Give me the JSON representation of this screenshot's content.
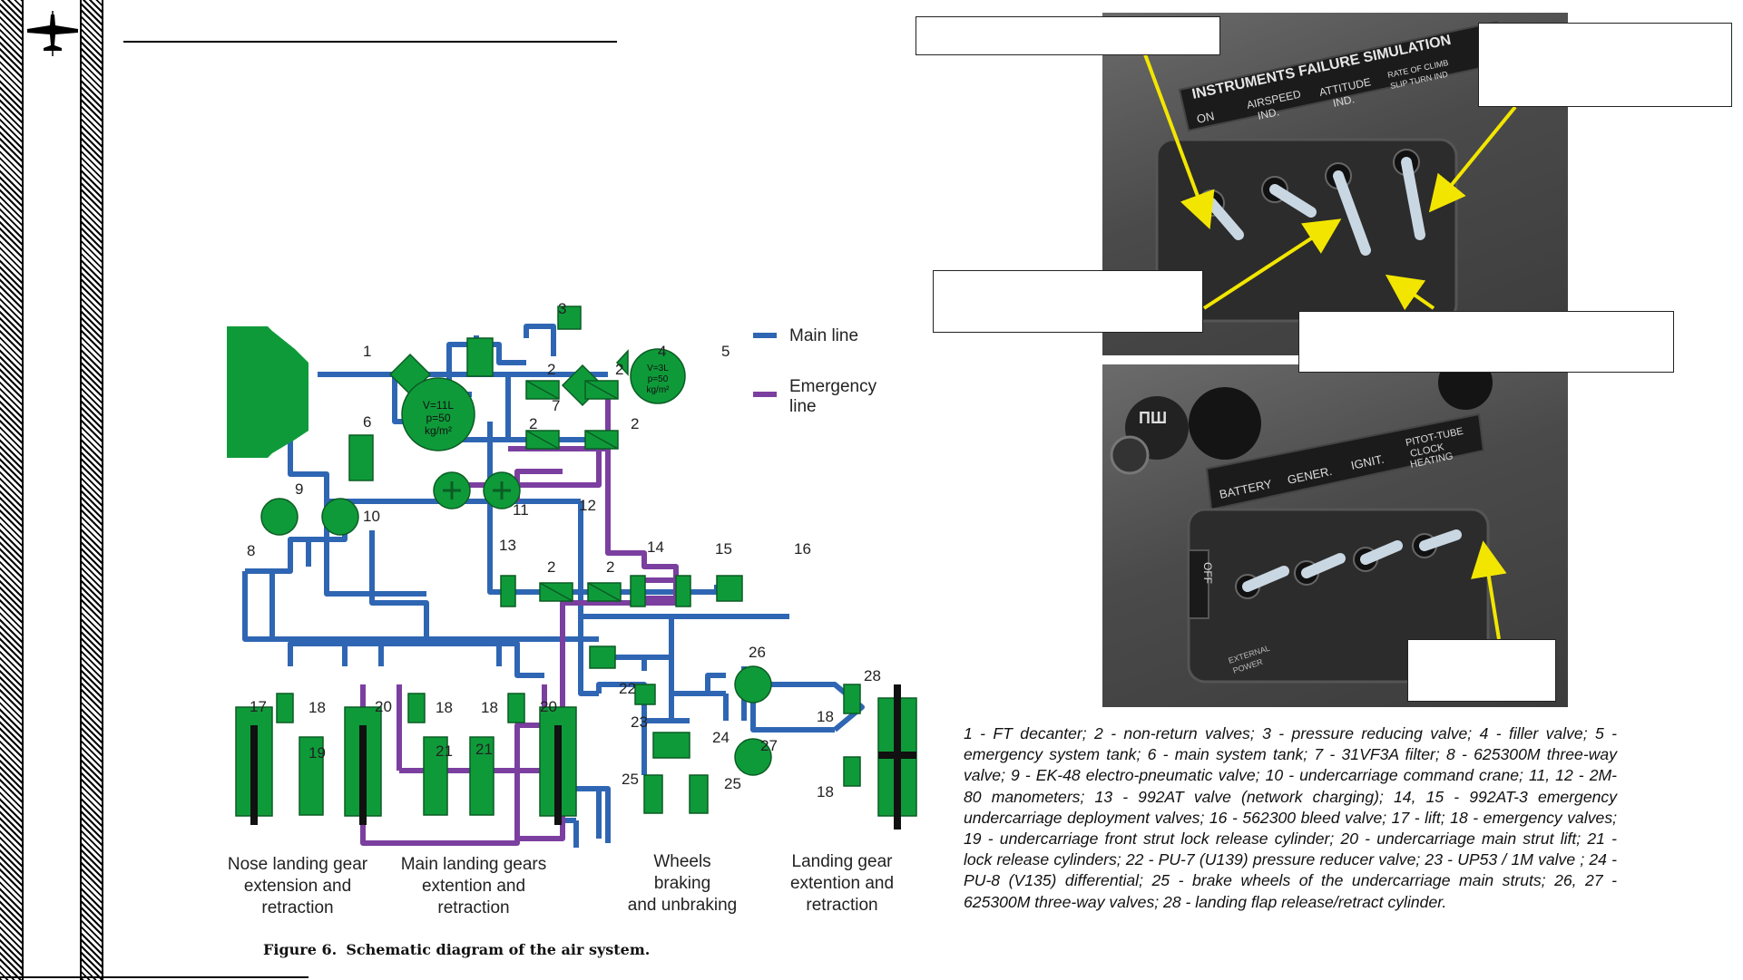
{
  "diagram": {
    "legend_main": "Main line",
    "legend_emergency_1": "Emergency",
    "legend_emergency_2": "line",
    "tank6": [
      "V=11L",
      "p=50",
      "kg/m²"
    ],
    "tank5": [
      "V=3L",
      "p=50",
      "kg/m²"
    ],
    "numbers": [
      "1",
      "2",
      "2",
      "2",
      "2",
      "2",
      "2",
      "3",
      "4",
      "5",
      "6",
      "7",
      "8",
      "9",
      "10",
      "11",
      "12",
      "13",
      "14",
      "15",
      "16",
      "17",
      "18",
      "18",
      "18",
      "18",
      "18",
      "19",
      "20",
      "20",
      "21",
      "21",
      "22",
      "23",
      "24",
      "25",
      "25",
      "26",
      "27",
      "28"
    ],
    "group_nose": [
      "Nose landing gear",
      "extension and",
      "retraction"
    ],
    "group_main": [
      "Main landing gears",
      "extention and",
      "retraction"
    ],
    "group_wheels": [
      "Wheels",
      "braking",
      "and unbraking"
    ],
    "group_landing": [
      "Landing gear",
      "extention and",
      "retraction"
    ],
    "caption_label": "Figure 6.",
    "caption_text": "Schematic diagram of the air system."
  },
  "photo_top": {
    "plate_title": "INSTRUMENTS FAILURE SIMULATION",
    "plate_on": "ON",
    "plate_airspeed": [
      "AIRSPEED",
      "IND."
    ],
    "plate_attitude": [
      "ATTITUDE",
      "IND."
    ],
    "plate_climb": [
      "RATE OF CLIMB",
      "SLIP TURN IND"
    ]
  },
  "photo_bottom": {
    "label_pw": "ПШ",
    "label_battery": "BATTERY",
    "label_gener": "GENER.",
    "label_ignit": "IGNIT.",
    "label_pitot": [
      "PITOT-TUBE",
      "CLOCK",
      "HEATING"
    ],
    "label_off": "OFF",
    "label_external": [
      "EXTERNAL",
      "POWER"
    ]
  },
  "legend": "1 - FT decanter; 2 - non-return valves; 3 - pressure reducing valve; 4 - filler valve; 5 - emergency system tank; 6 - main system tank; 7 - 31VF3A filter; 8 - 625300M three-way valve; 9 - EK-48 electro-pneumatic valve; 10 - undercarriage command crane; 11, 12 - 2M-80 manometers; 13 - 992AT valve (network charging); 14, 15 - 992AT-3 emergency undercarriage deployment valves; 16 - 562300 bleed valve; 17 - lift; 18 - emergency valves; 19 - undercarriage front strut lock release cylinder; 20 - undercarriage main strut lift; 21 - lock release cylinders; 22 - PU-7 (U139) pressure reducer valve; 23 - UP53 / 1M valve ; 24 - PU-8 (V135) differential; 25 - brake wheels of the undercarriage main struts; 26, 27 - 625300M three-way valves; 28 - landing flap release/retract cylinder.",
  "colors": {
    "main_line": "#2f66b3",
    "emergency_line": "#7b3fa0",
    "component": "#0f9a3a"
  },
  "icons": [
    "aircraft-icon"
  ]
}
